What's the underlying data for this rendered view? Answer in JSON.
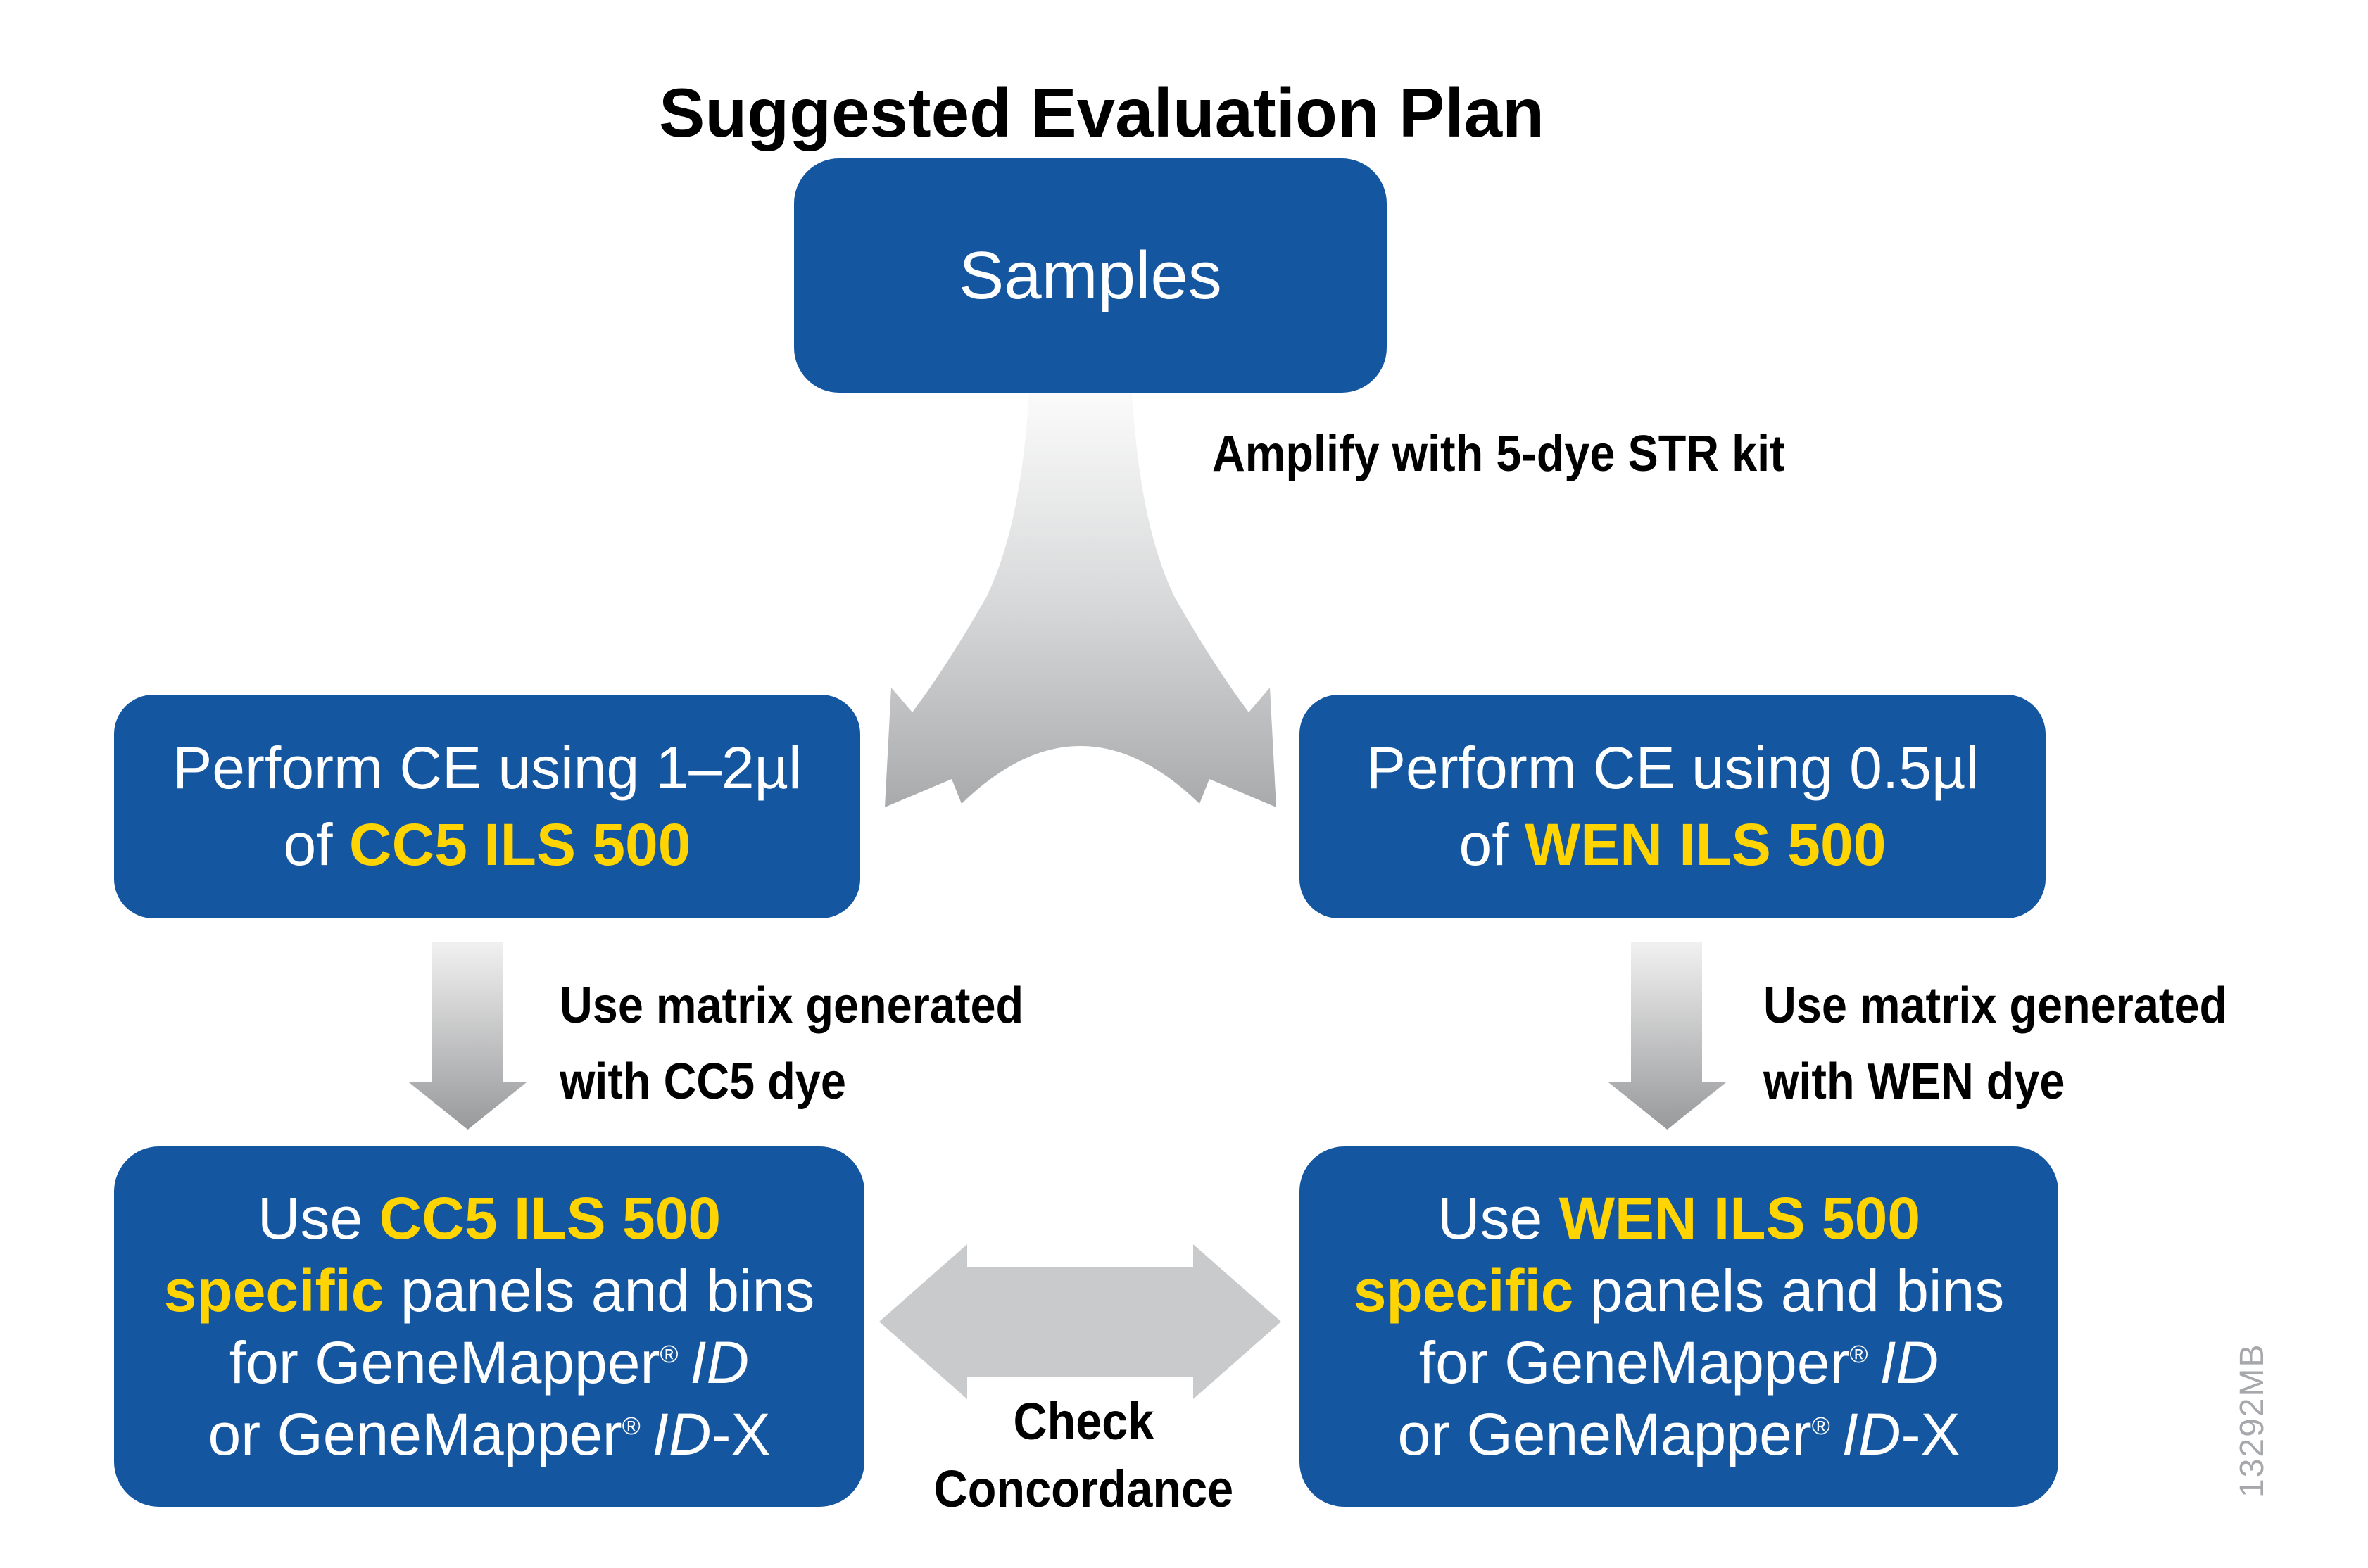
{
  "title": "Suggested Evaluation Plan",
  "watermark": "13292MB",
  "colors": {
    "box_blue": "#1556A0",
    "highlight_yellow": "#FFD400",
    "arrow_gray": "#C9CACC",
    "watermark_gray": "#A6A8AB",
    "label_black": "#000000"
  },
  "boxes": {
    "samples": {
      "label": "Samples"
    },
    "mid_left": {
      "line1": "Perform CE using 1–2µl",
      "line2_prefix": "of ",
      "line2_highlight": "CC5 ILS 500"
    },
    "mid_right": {
      "line1": "Perform CE using 0.5µl",
      "line2_prefix": "of ",
      "line2_highlight": "WEN ILS 500"
    },
    "bottom_left": {
      "l1_prefix": "Use ",
      "l1_highlight": "CC5 ILS 500",
      "l2_highlight": "specific",
      "l2_suffix": " panels and bins",
      "l3_prefix": "for GeneMapper",
      "l3_reg": "®",
      "l3_product": "ID",
      "l4_prefix": "or GeneMapper",
      "l4_reg": "®",
      "l4_product": "ID",
      "l4_suffix": "-X"
    },
    "bottom_right": {
      "l1_prefix": "Use ",
      "l1_highlight": "WEN ILS 500",
      "l2_highlight": "specific",
      "l2_suffix": " panels and bins",
      "l3_prefix": "for GeneMapper",
      "l3_reg": "®",
      "l3_product": "ID",
      "l4_prefix": "or GeneMapper",
      "l4_reg": "®",
      "l4_product": "ID",
      "l4_suffix": "-X"
    }
  },
  "labels": {
    "amplify": "Amplify with 5-dye STR kit",
    "matrix_left": {
      "line1": "Use matrix generated",
      "line2": "with CC5 dye"
    },
    "matrix_right": {
      "line1": "Use matrix generated",
      "line2": "with WEN dye"
    },
    "check": {
      "line1": "Check",
      "line2": "Concordance"
    }
  }
}
